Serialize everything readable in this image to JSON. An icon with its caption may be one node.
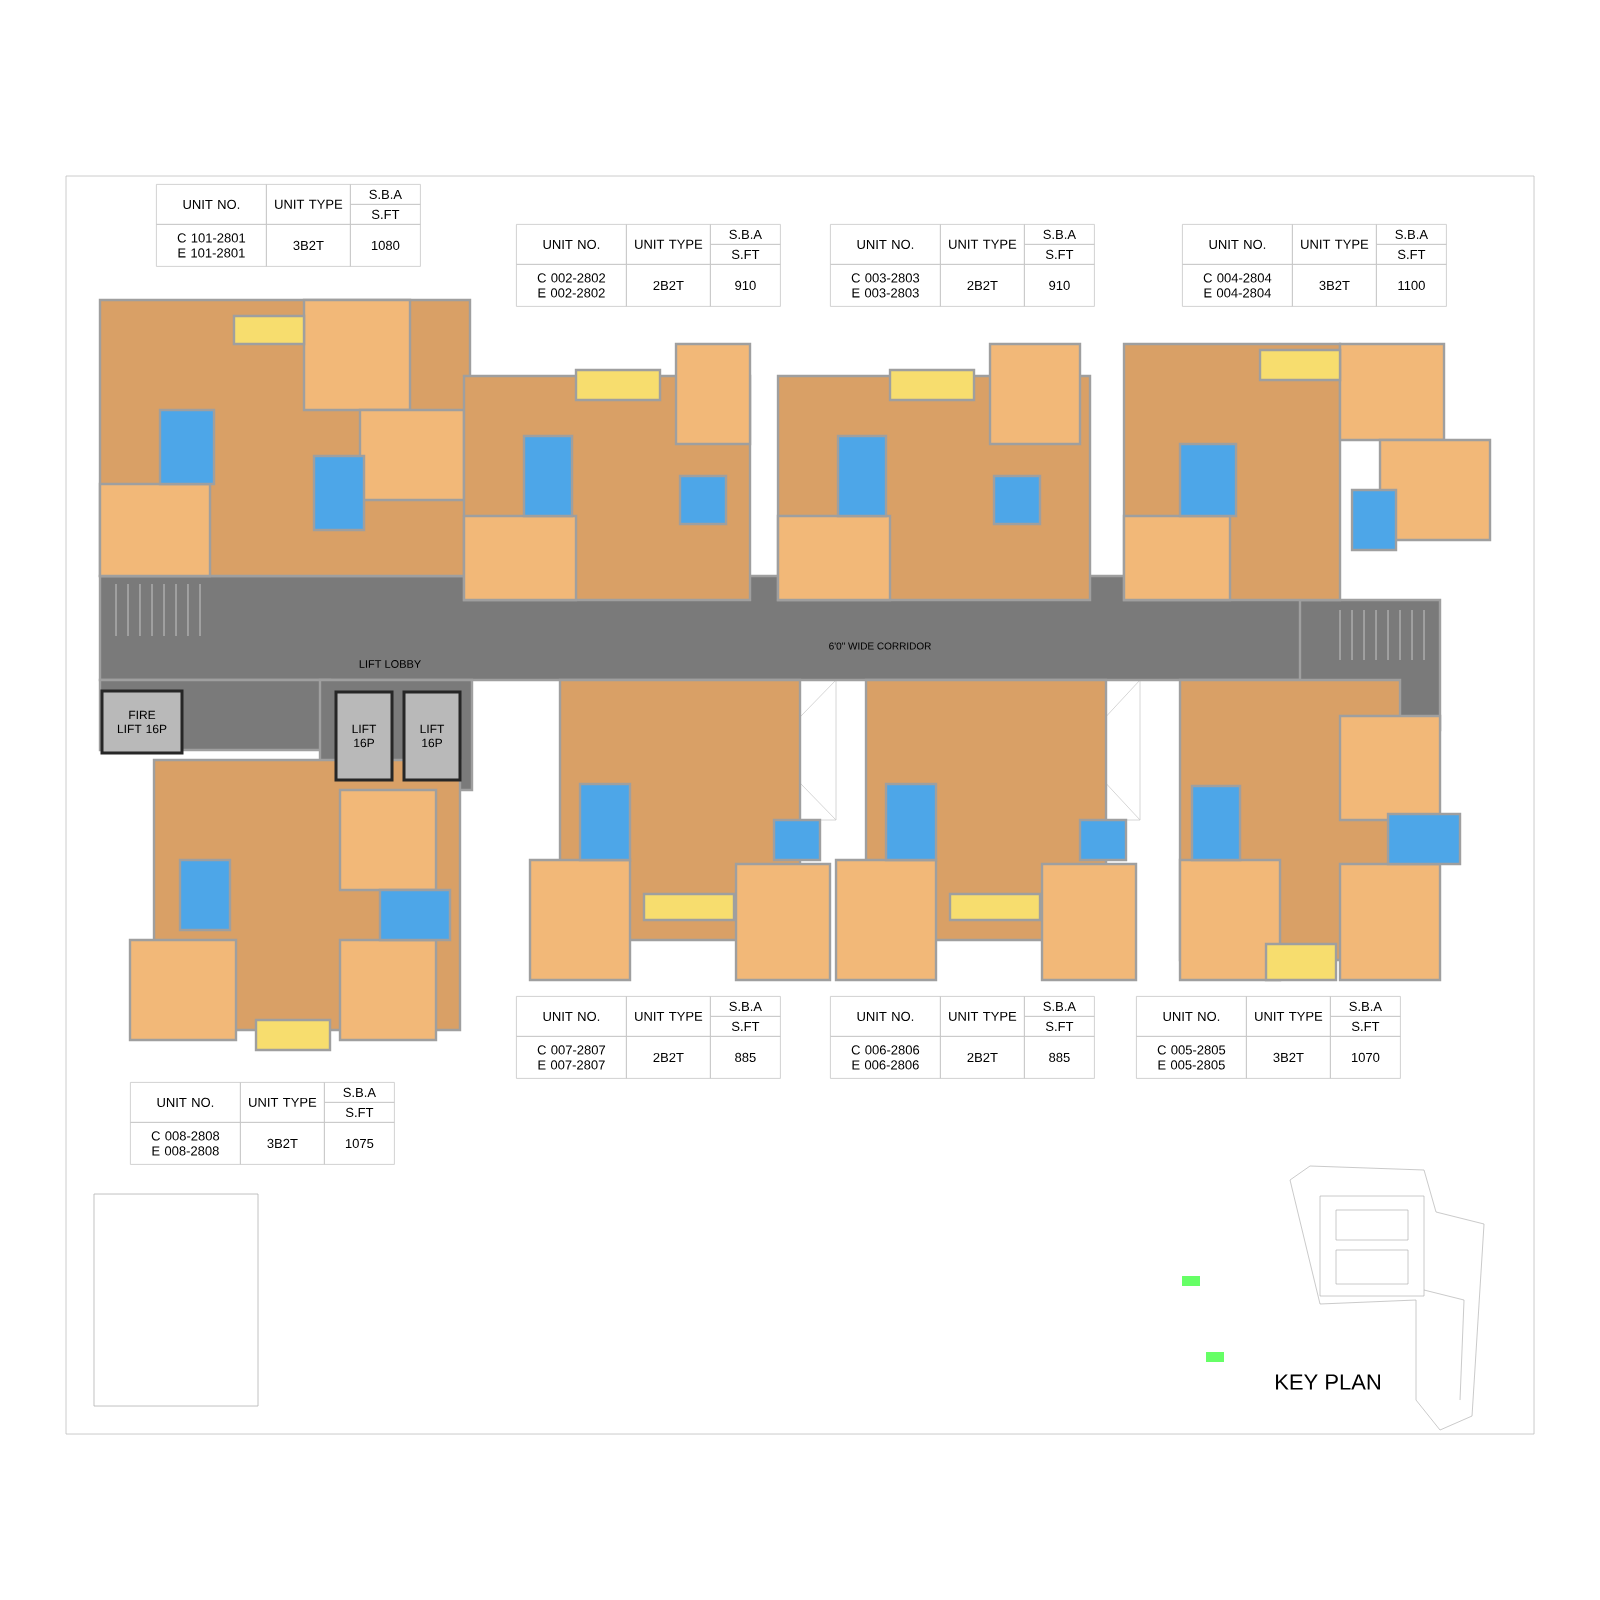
{
  "diagram": {
    "nodes": [
      {
        "text": [
          "FIRE LIFT 16P"
        ]
      },
      {
        "text": [
          "LIFT 16P"
        ]
      },
      {
        "text": [
          "LIFT 16P"
        ]
      }
    ],
    "labels": [
      "UNIT NO.",
      "UNIT TYPE",
      "S.B.A",
      "S.FT",
      "C 101-2801 E 101-2801",
      "3B2T",
      "1080",
      "UNIT NO.",
      "UNIT TYPE",
      "S.B.A",
      "S.FT",
      "C 002-2802 E 002-2802",
      "2B2T",
      "910",
      "UNIT NO.",
      "UNIT TYPE",
      "S.B.A",
      "S.FT",
      "C 003-2803 E 003-2803",
      "2B2T",
      "910",
      "UNIT NO.",
      "UNIT TYPE",
      "S.B.A",
      "S.FT",
      "C 004-2804 E 004-2804",
      "3B2T",
      "1100",
      "LIFT LOBBY",
      "6'0\" WIDE CORRIDOR",
      "UNIT NO.",
      "UNIT TYPE",
      "S.B.A",
      "S.FT",
      "C 007-2807 E 007-2807",
      "2B2T",
      "885",
      "UNIT NO.",
      "UNIT TYPE",
      "S.B.A",
      "S.FT",
      "C 006-2806 E 006-2806",
      "2B2T",
      "885",
      "UNIT NO.",
      "UNIT TYPE",
      "S.B.A",
      "S.FT",
      "C 005-2805 E 005-2805",
      "3B2T",
      "1070",
      "UNIT NO.",
      "UNIT TYPE",
      "S.B.A",
      "S.FT",
      "C 008-2808 E 008-2808",
      "3B2T",
      "1075",
      "KEY PLAN"
    ]
  }
}
